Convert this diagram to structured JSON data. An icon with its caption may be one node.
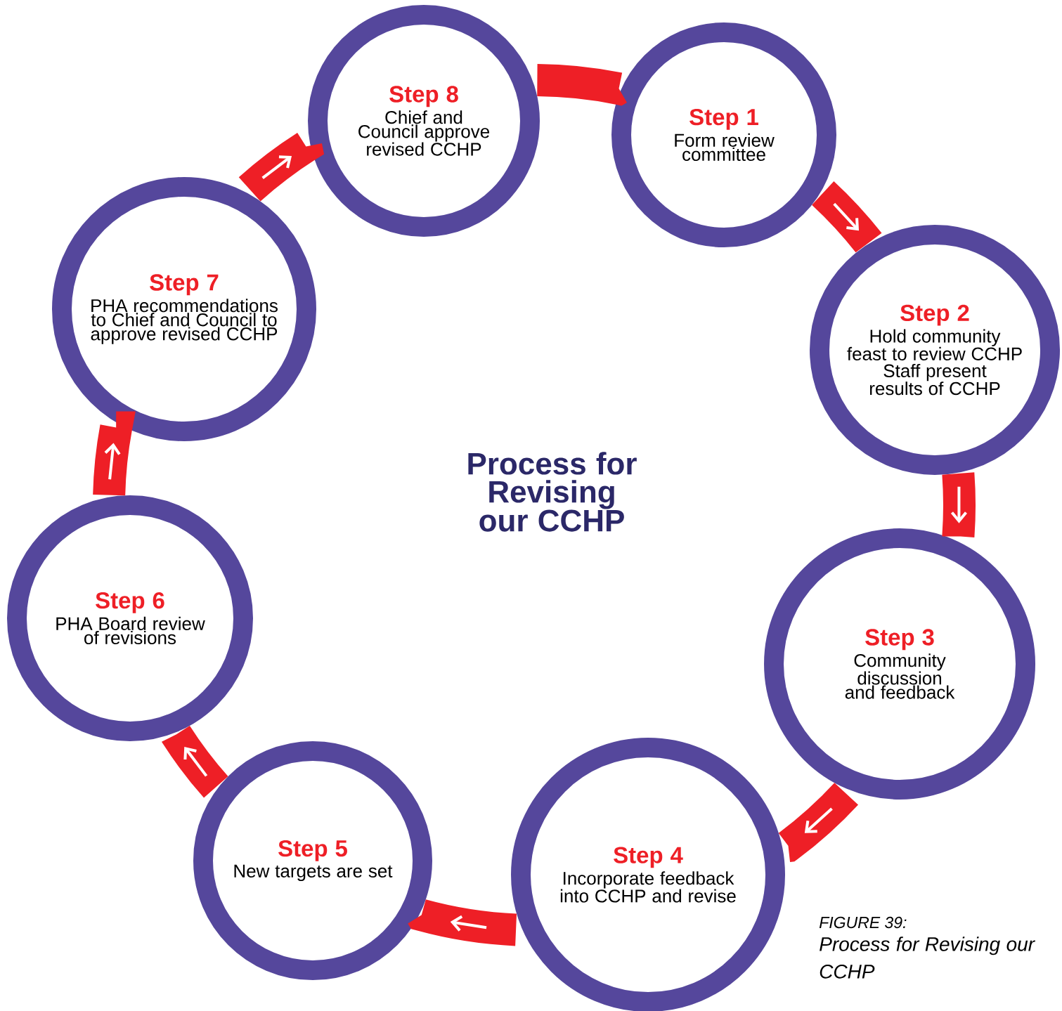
{
  "diagram": {
    "title": "Process for Revising our CCHP",
    "caption": "Process for Revising our CCHP",
    "nodes": [
      {
        "text": [
          "Step 1",
          "Form review committee"
        ]
      },
      {
        "text": [
          "Step 2",
          "Hold community feast to review CCHP",
          "Staff present results of CCHP"
        ]
      },
      {
        "text": [
          "Step 3",
          "Community discussion and feedback"
        ]
      },
      {
        "text": [
          "Step 4",
          "Incorporate feedback into CCHP and revise"
        ]
      },
      {
        "text": [
          "Step 5",
          "New targets are set"
        ]
      },
      {
        "text": [
          "Step 6",
          "PHA Board review of revisions"
        ]
      },
      {
        "text": [
          "Step 7",
          "PHA recommendations to Chief and Council to approve revised CCHP"
        ]
      },
      {
        "text": [
          "Step 8",
          "Chief and Council approve revised CCHP"
        ]
      }
    ],
    "edges": [
      {
        "from": 0,
        "to": 1,
        "arrow": "to"
      },
      {
        "from": 1,
        "to": 2,
        "arrow": "to"
      },
      {
        "from": 2,
        "to": 3,
        "arrow": "to"
      },
      {
        "from": 3,
        "to": 4,
        "arrow": "to"
      },
      {
        "from": 4,
        "to": 5,
        "arrow": "to"
      },
      {
        "from": 5,
        "to": 6,
        "arrow": "to"
      },
      {
        "from": 6,
        "to": 7,
        "arrow": "to"
      },
      {
        "from": 7,
        "to": 0,
        "arrow": "none"
      }
    ],
    "labels": [
      "FIGURE 39:"
    ]
  }
}
